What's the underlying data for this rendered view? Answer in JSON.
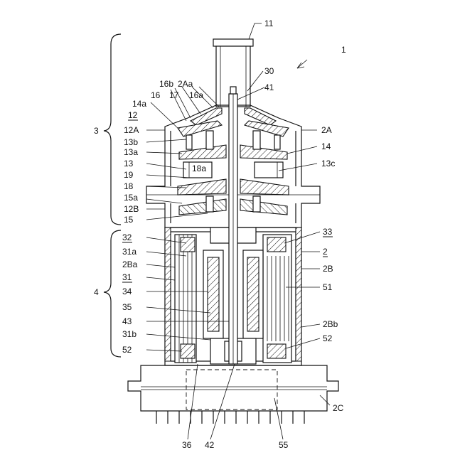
{
  "labels": {
    "l_1": "1",
    "l_11": "11",
    "l_30": "30",
    "l_41": "41",
    "l_16b": "16b",
    "l_2Aa": "2Aa",
    "l_16": "16",
    "l_17": "17",
    "l_16a": "16a",
    "l_14a": "14a",
    "l_12": "12",
    "l_12A": "12A",
    "l_13b": "13b",
    "l_13a": "13a",
    "l_13": "13",
    "l_18a": "18a",
    "l_19": "19",
    "l_18": "18",
    "l_15a": "15a",
    "l_12B": "12B",
    "l_15": "15",
    "l_3": "3",
    "l_2A": "2A",
    "l_14": "14",
    "l_13c": "13c",
    "l_32": "32",
    "l_31a": "31a",
    "l_2Ba": "2Ba",
    "l_31": "31",
    "l_34": "34",
    "l_35": "35",
    "l_43": "43",
    "l_31b": "31b",
    "l_52L": "52",
    "l_4": "4",
    "l_33": "33",
    "l_2": "2",
    "l_2B": "2B",
    "l_51": "51",
    "l_2Bb": "2Bb",
    "l_52R": "52",
    "l_2C": "2C",
    "l_36": "36",
    "l_42": "42",
    "l_55": "55"
  }
}
